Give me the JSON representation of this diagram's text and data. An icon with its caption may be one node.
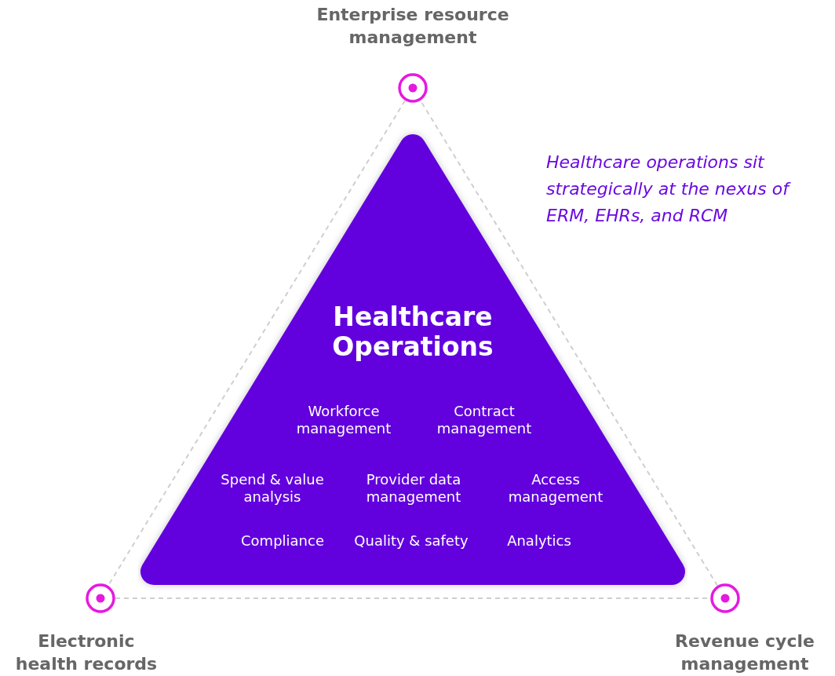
{
  "diagram": {
    "nodes": [
      {
        "text": [],
        "shape": "circle",
        "beside": [
          "Enterprise resource management"
        ]
      },
      {
        "text": [
          "Healthcare Operations",
          "Workforce management",
          "Contract management",
          "Spend & value analysis",
          "Provider data management",
          "Access management",
          "Compliance",
          "Quality & safety",
          "Analytics"
        ]
      },
      {
        "text": [],
        "shape": "circle",
        "beside": [
          "Electronic health records"
        ]
      },
      {
        "text": [],
        "shape": "circle",
        "beside": [
          "Revenue cycle management"
        ]
      }
    ],
    "edges": [
      {
        "from": 0,
        "to": 2,
        "arrow": "none",
        "style": "dashed"
      },
      {
        "from": 2,
        "to": 3,
        "arrow": "none",
        "style": "dashed"
      },
      {
        "from": 3,
        "to": 0,
        "arrow": "none",
        "style": "dashed"
      }
    ],
    "labels": [
      "Healthcare operations sit strategically at the nexus of ERM, EHRs, and RCM"
    ]
  }
}
